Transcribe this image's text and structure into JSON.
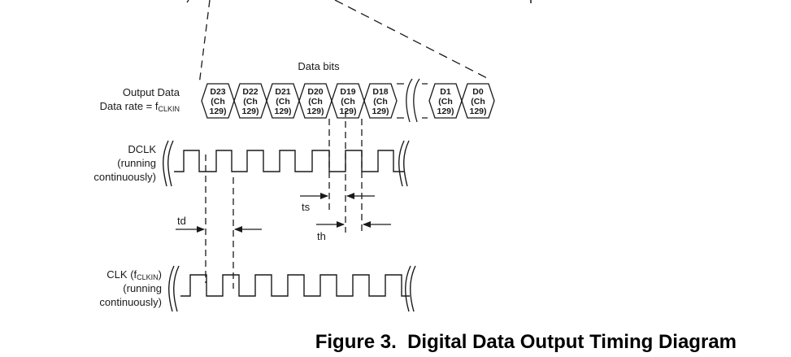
{
  "diagram": {
    "title": "Figure 3.  Digital Data Output Timing Diagram",
    "data_bits_label": "Data bits",
    "output_data": {
      "label_line1": "Output Data",
      "label_line2_prefix": "Data rate = f",
      "label_line2_sub": "CLKIN",
      "cells": [
        {
          "bit": "D23",
          "ch_line1": "(Ch",
          "ch_line2": "129)"
        },
        {
          "bit": "D22",
          "ch_line1": "(Ch",
          "ch_line2": "129)"
        },
        {
          "bit": "D21",
          "ch_line1": "(Ch",
          "ch_line2": "129)"
        },
        {
          "bit": "D20",
          "ch_line1": "(Ch",
          "ch_line2": "129)"
        },
        {
          "bit": "D19",
          "ch_line1": "(Ch",
          "ch_line2": "129)"
        },
        {
          "bit": "D18",
          "ch_line1": "(Ch",
          "ch_line2": "129)"
        },
        {
          "bit": "D1",
          "ch_line1": "(Ch",
          "ch_line2": "129)"
        },
        {
          "bit": "D0",
          "ch_line1": "(Ch",
          "ch_line2": "129)"
        }
      ]
    },
    "dclk": {
      "label_line1": "DCLK",
      "label_line2": "(running",
      "label_line3": "continuously)"
    },
    "clk": {
      "label_prefix": "CLK (f",
      "label_sub": "CLKIN",
      "label_suffix": ")",
      "label_line2": "(running",
      "label_line3": "continuously)"
    },
    "timing": {
      "td": "td",
      "ts": "ts",
      "th": "th"
    },
    "colors": {
      "line": "#1a1a1a",
      "background": "#ffffff"
    }
  }
}
